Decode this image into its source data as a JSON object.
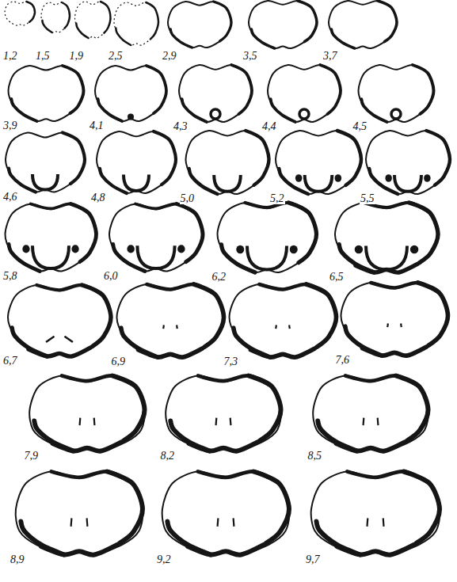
{
  "diagram": {
    "labels": [
      "1,2",
      "1,5",
      "1,9",
      "2,5",
      "2,9",
      "3,5",
      "3,7",
      "3,9",
      "4,1",
      "4,3",
      "4,4",
      "4,5",
      "4,6",
      "4,8",
      "5,0",
      "5,2",
      "5,5",
      "5,8",
      "6,0",
      "6,2",
      "6,5",
      "6,7",
      "6,9",
      "7,3",
      "7,6",
      "7,9",
      "8,2",
      "8,5",
      "8,9",
      "9,2",
      "9,7"
    ]
  }
}
